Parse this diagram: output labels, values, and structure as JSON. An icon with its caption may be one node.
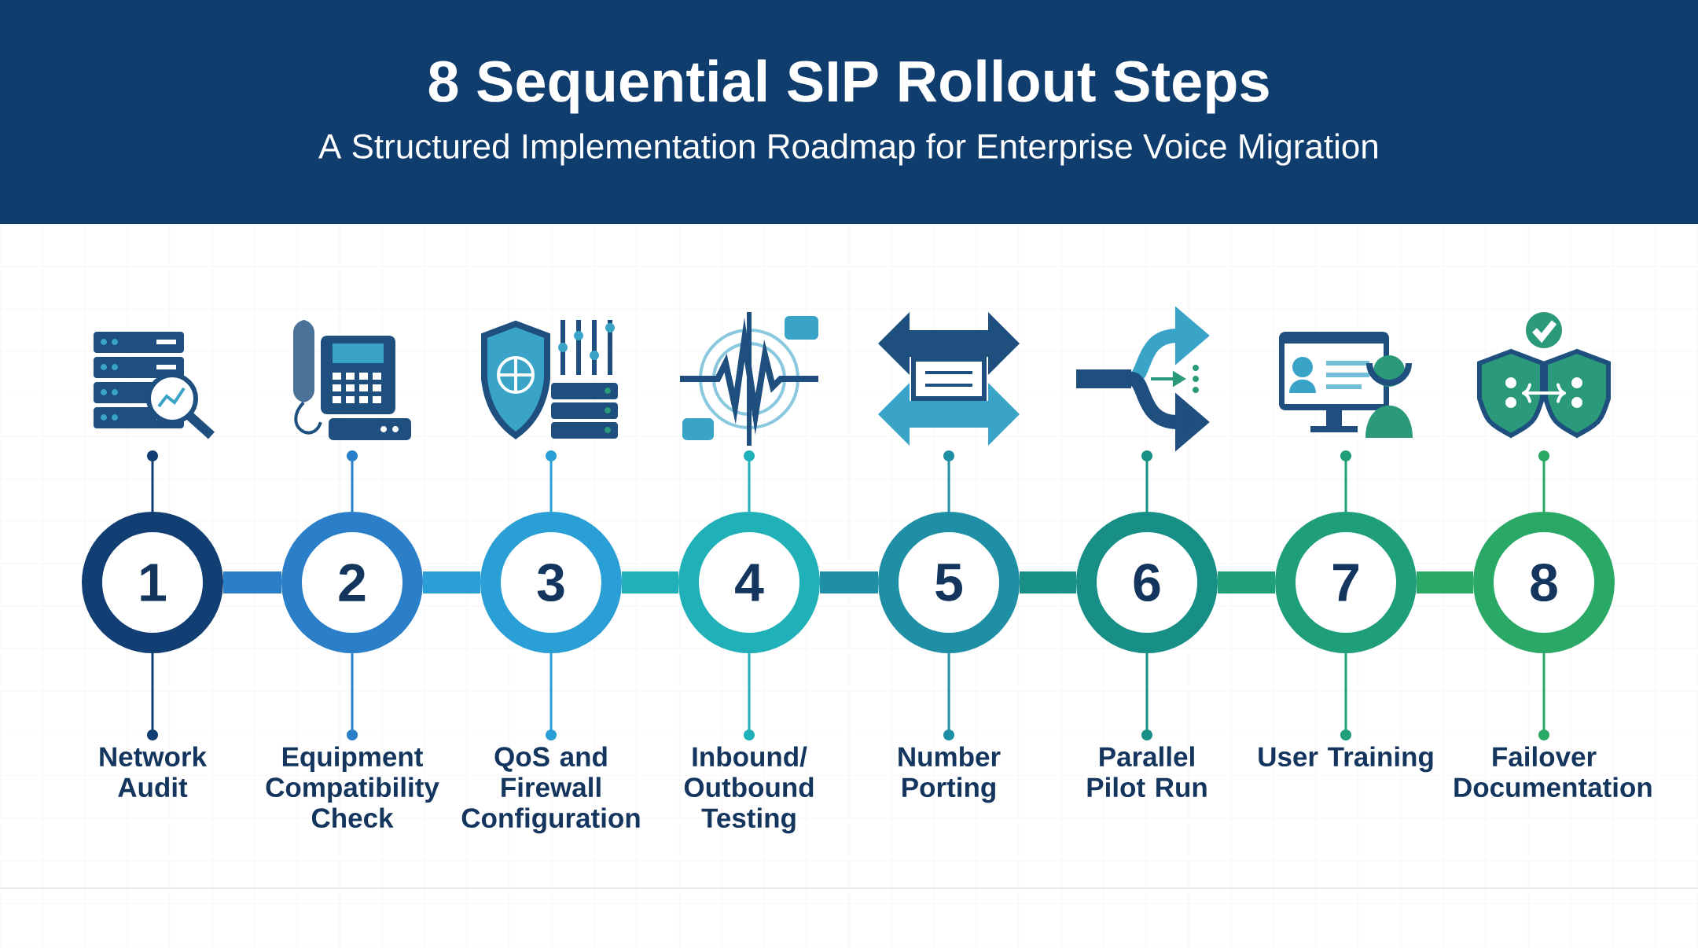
{
  "diagram": {
    "title": "8 Sequential SIP Rollout Steps",
    "caption": "A Structured Implementation Roadmap for Enterprise Voice Migration",
    "nodes": [
      {
        "text": [],
        "shape": "picture"
      },
      {
        "text": [],
        "shape": "picture"
      },
      {
        "text": [],
        "shape": "picture"
      },
      {
        "text": [],
        "shape": "picture"
      },
      {
        "text": [],
        "shape": "picture"
      },
      {
        "text": [],
        "shape": "picture"
      },
      {
        "text": [],
        "shape": "picture"
      },
      {
        "text": [],
        "shape": "picture"
      },
      {
        "text": [
          "1"
        ]
      },
      {
        "text": [
          "2"
        ]
      },
      {
        "text": [
          "3"
        ]
      },
      {
        "text": [
          "4"
        ]
      },
      {
        "text": [
          "5"
        ]
      },
      {
        "text": [
          "6"
        ]
      },
      {
        "text": [
          "7"
        ]
      },
      {
        "text": [
          "8"
        ]
      },
      {
        "text": [
          "Network Audit"
        ]
      },
      {
        "text": [
          "Equipment Compatibility Check"
        ]
      },
      {
        "text": [
          "QoS and Firewall Configuration"
        ]
      },
      {
        "text": [
          "Inbound/ Outbound Testing"
        ]
      },
      {
        "text": [
          "Number Porting"
        ]
      },
      {
        "text": [
          "Parallel Pilot Run"
        ]
      },
      {
        "text": [
          "User Training"
        ]
      },
      {
        "text": [
          "Failover Documentation"
        ]
      }
    ],
    "edges": [
      {
        "from": 8,
        "to": 9,
        "arrow": "none",
        "style": "thick",
        "color": "#2b7fc8"
      },
      {
        "from": 9,
        "to": 10,
        "arrow": "none",
        "style": "thick",
        "color": "#2a9fd6"
      },
      {
        "from": 10,
        "to": 11,
        "arrow": "none",
        "style": "thick",
        "color": "#1fb0b8"
      },
      {
        "from": 11,
        "to": 12,
        "arrow": "none",
        "style": "thick",
        "color": "#1f8fa6"
      },
      {
        "from": 12,
        "to": 13,
        "arrow": "none",
        "style": "thick",
        "color": "#178f86"
      },
      {
        "from": 13,
        "to": 14,
        "arrow": "none",
        "style": "thick",
        "color": "#1f9e7a"
      },
      {
        "from": 14,
        "to": 15,
        "arrow": "none",
        "style": "thick",
        "color": "#2aa866"
      },
      {
        "from": 0,
        "to": 8,
        "arrow": "other",
        "color": "#123f73"
      },
      {
        "from": 1,
        "to": 9,
        "arrow": "other",
        "color": "#2b7fc8"
      },
      {
        "from": 2,
        "to": 10,
        "arrow": "other",
        "color": "#2a9fd6"
      },
      {
        "from": 3,
        "to": 11,
        "arrow": "other",
        "color": "#1fb0b8"
      },
      {
        "from": 4,
        "to": 12,
        "arrow": "other",
        "color": "#1f8fa6"
      },
      {
        "from": 5,
        "to": 13,
        "arrow": "other",
        "color": "#178f86"
      },
      {
        "from": 6,
        "to": 14,
        "arrow": "other",
        "color": "#1f9e7a"
      },
      {
        "from": 7,
        "to": 15,
        "arrow": "other",
        "color": "#2aa866"
      },
      {
        "from": 16,
        "to": 8,
        "arrow": "other",
        "color": "#123f73"
      },
      {
        "from": 17,
        "to": 9,
        "arrow": "other",
        "color": "#2b7fc8"
      },
      {
        "from": 18,
        "to": 10,
        "arrow": "other",
        "color": "#2a9fd6"
      },
      {
        "from": 19,
        "to": 11,
        "arrow": "other",
        "color": "#1fb0b8"
      },
      {
        "from": 20,
        "to": 12,
        "arrow": "other",
        "color": "#1f8fa6"
      },
      {
        "from": 21,
        "to": 13,
        "arrow": "other",
        "color": "#178f86"
      },
      {
        "from": 22,
        "to": 14,
        "arrow": "other",
        "color": "#1f9e7a"
      },
      {
        "from": 23,
        "to": 15,
        "arrow": "other",
        "color": "#2aa866"
      }
    ]
  }
}
